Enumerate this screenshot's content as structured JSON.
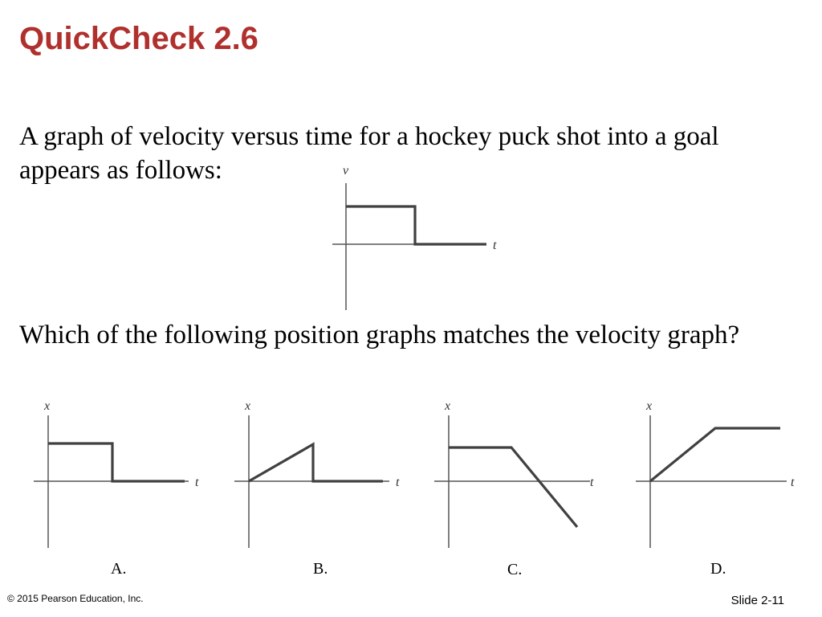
{
  "slide": {
    "title": "QuickCheck 2.6",
    "question": "A graph of velocity versus time for a hockey puck shot into a goal appears as follows:",
    "prompt": "Which of the following position graphs matches the velocity graph?"
  },
  "velocity_graph": {
    "y_axis_label": "v",
    "x_axis_label": "t",
    "shape": "constant positive value, then step down to zero"
  },
  "position_graphs": [
    {
      "choice": "A.",
      "y_axis_label": "x",
      "x_axis_label": "t",
      "shape": "constant positive value, then step down to zero"
    },
    {
      "choice": "B.",
      "y_axis_label": "x",
      "x_axis_label": "t",
      "shape": "linear rise from origin, then drop to zero"
    },
    {
      "choice": "C.",
      "y_axis_label": "x",
      "x_axis_label": "t",
      "shape": "constant positive value, then linear decrease below axis"
    },
    {
      "choice": "D.",
      "y_axis_label": "x",
      "x_axis_label": "t",
      "shape": "linear rise from origin, then constant value"
    }
  ],
  "footer": {
    "copyright": "© 2015 Pearson Education, Inc.",
    "slide_number": "Slide 2-11"
  },
  "colors": {
    "title": "#b0302e",
    "curve": "#404040",
    "axis": "#555555"
  }
}
